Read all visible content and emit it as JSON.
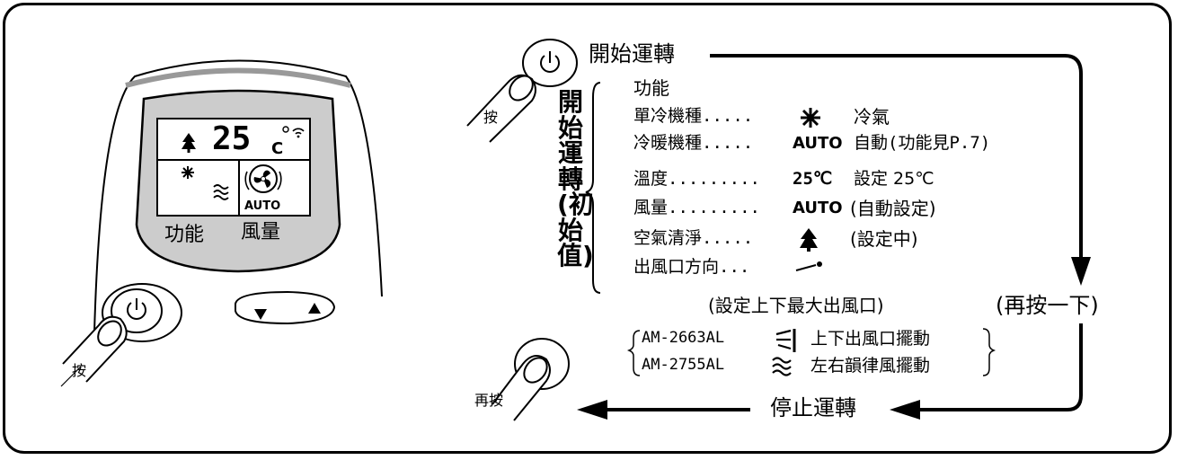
{
  "remote": {
    "display": {
      "temp": "25",
      "unit": "C",
      "auto": "AUTO"
    },
    "labels": {
      "function": "功能",
      "fan_speed": "風量"
    },
    "press_label": "按"
  },
  "flow": {
    "start_label": "開始運轉",
    "press_start": "按",
    "vertical_title": "開始運轉(初始值)",
    "items": [
      {
        "label": "功能",
        "value": "",
        "desc": ""
      },
      {
        "label": "單冷機種.....",
        "value": "icon:snowflake",
        "desc": "冷氣"
      },
      {
        "label": "冷暖機種.....",
        "value": "AUTO",
        "desc": "自動(功能見P.7)"
      },
      {
        "label": "溫度.........",
        "value": "25℃",
        "desc": "設定 25℃"
      },
      {
        "label": "風量.........",
        "value": "AUTO",
        "desc": "(自動設定)"
      },
      {
        "label": "空氣清淨.....",
        "value": "icon:tree",
        "desc": "(設定中)"
      },
      {
        "label": "出風口方向...",
        "value": "icon:louver",
        "desc": ""
      }
    ],
    "louver_note": "(設定上下最大出風口)",
    "models": [
      {
        "model": "AM-2663AL",
        "desc": "上下出風口擺動"
      },
      {
        "model": "AM-2755AL",
        "desc": "左右韻律風擺動"
      }
    ],
    "press_again": "(再按一下)",
    "stop_label": "停止運轉",
    "press_again_small": "再按"
  }
}
